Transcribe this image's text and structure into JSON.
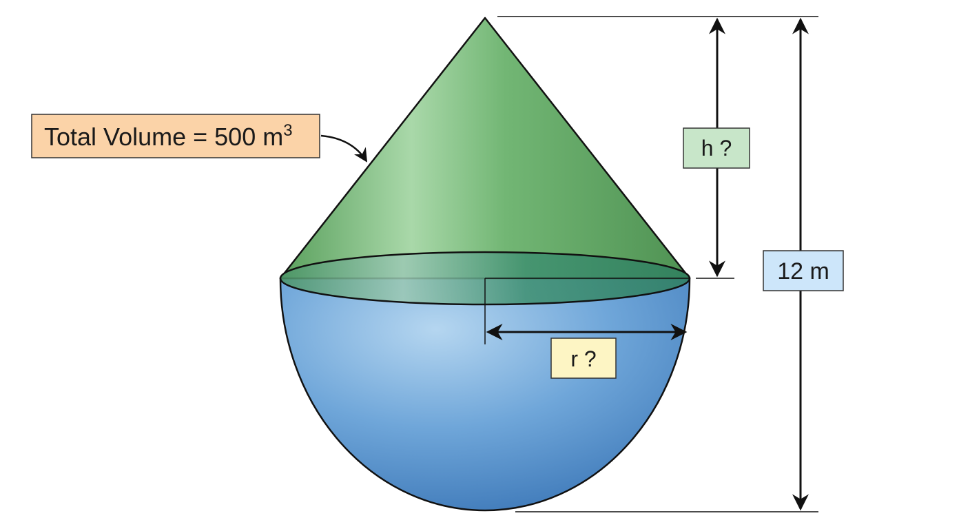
{
  "labels": {
    "total_volume": "Total Volume = 500 m",
    "total_volume_exponent": "3",
    "cone_height": "h ?",
    "radius": "r ?",
    "total_height": "12 m"
  },
  "colors": {
    "cone": "#6cb36e",
    "hemisphere": "#5b9bd5",
    "volume_box": "#fbd3a8",
    "height_box": "#c8e6c9",
    "total_height_box": "#cde6fa",
    "radius_box": "#fdf5c4",
    "outline": "#111111"
  }
}
